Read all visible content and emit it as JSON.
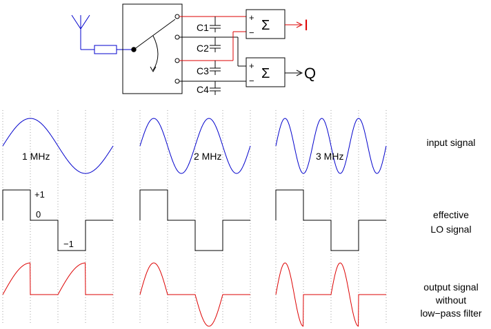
{
  "circuit": {
    "capacitors": [
      "C1",
      "C2",
      "C3",
      "C4"
    ],
    "sum_symbol": "Σ",
    "plus": "+",
    "minus": "−",
    "output_i": "I",
    "output_q": "Q"
  },
  "columns": [
    {
      "freq_label": "1 MHz",
      "cycles": 1
    },
    {
      "freq_label": "2 MHz",
      "cycles": 2
    },
    {
      "freq_label": "3 MHz",
      "cycles": 3
    }
  ],
  "lo_levels": {
    "high": "+1",
    "zero": "0",
    "low": "−1"
  },
  "row_labels": {
    "input": [
      "input signal"
    ],
    "lo": [
      "effective",
      "LO signal"
    ],
    "output": [
      "output signal",
      "without",
      "low−pass filter"
    ]
  },
  "colors": {
    "input": "#0000cc",
    "output": "#dd0000",
    "lo": "#000000",
    "guide": "#888888"
  }
}
